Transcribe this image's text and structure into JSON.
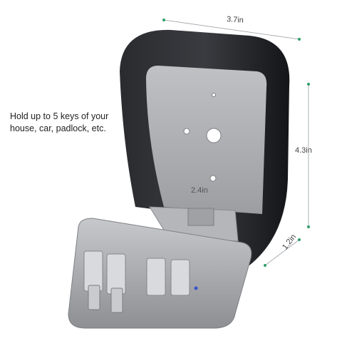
{
  "caption": "Hold up to 5 keys of your house, car, padlock, etc.",
  "dimensions": {
    "width": "3.7in",
    "height": "4.3in",
    "depth": "1.2in",
    "inner_width": "2.4in"
  },
  "colors": {
    "shell": "#1e1f22",
    "interior": "#a8aaae",
    "dimension_marker": "#2e9e6a"
  }
}
